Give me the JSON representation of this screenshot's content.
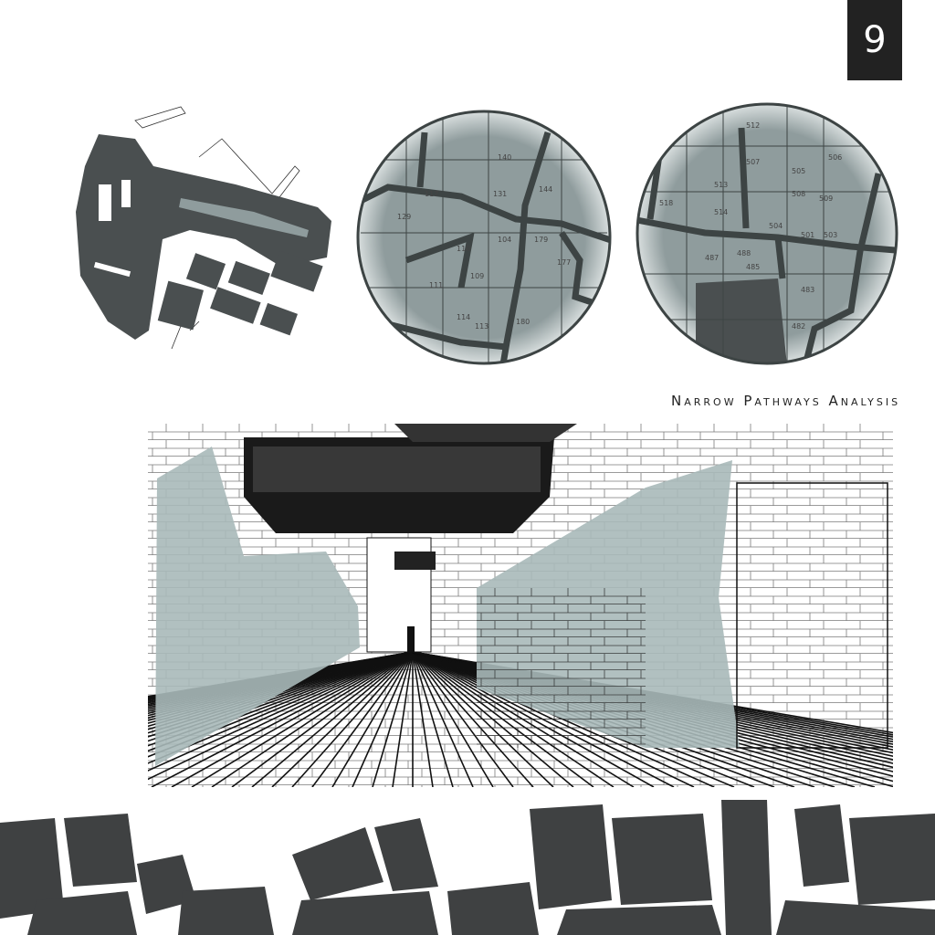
{
  "page": {
    "number": "9"
  },
  "section": {
    "title": "Narrow Pathways Analysis"
  },
  "colors": {
    "dark": "#4a4f50",
    "map_fill": "#8f9c9d",
    "wall_tint": "#a9b9b9",
    "ink": "#111111"
  },
  "maps": {
    "circle_one_labels": [
      "129",
      "117",
      "131",
      "140",
      "144",
      "104",
      "110",
      "111",
      "109",
      "114",
      "113",
      "180",
      "177",
      "179"
    ],
    "circle_two_labels": [
      "512",
      "507",
      "505",
      "508",
      "509",
      "506",
      "518",
      "514",
      "513",
      "504",
      "501",
      "503",
      "487",
      "488",
      "485",
      "483",
      "482"
    ]
  }
}
